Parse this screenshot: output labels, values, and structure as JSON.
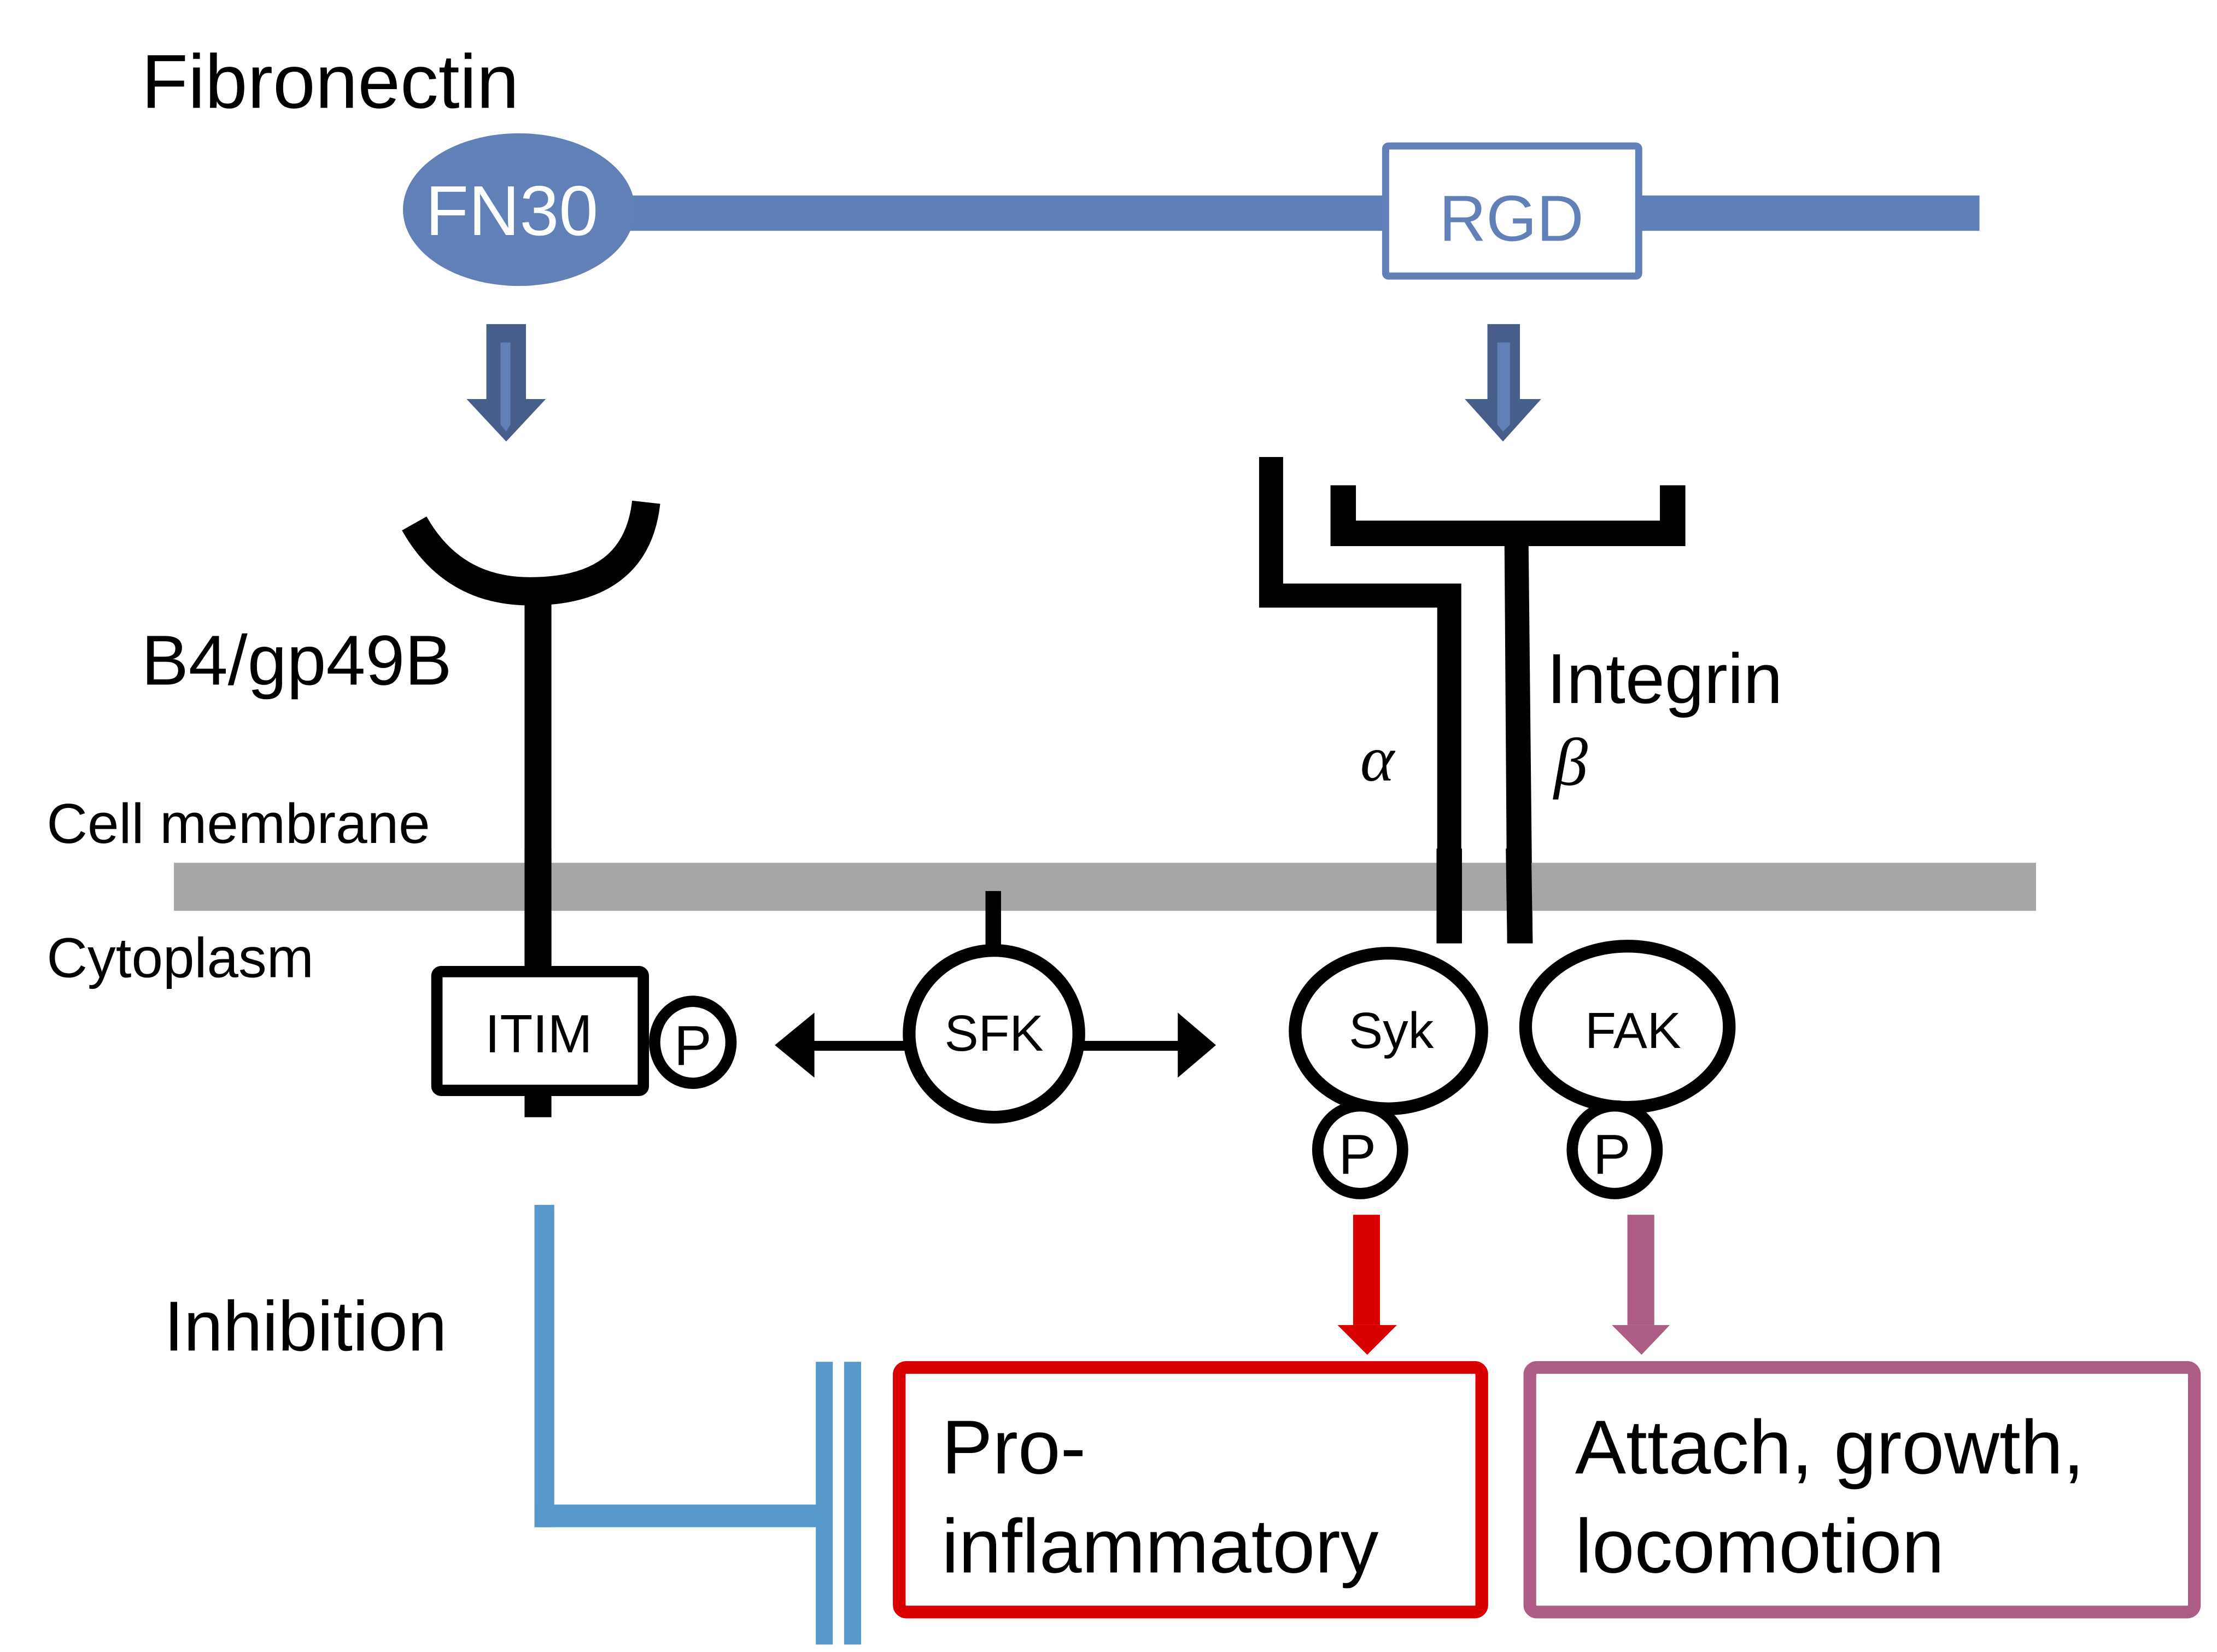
{
  "colors": {
    "fibronectin_blue": "#5f7fb8",
    "arrow_dark_blue": "#485e8a",
    "membrane_gray": "#a6a6a6",
    "inhibition_blue": "#5799cc",
    "proinflammatory_red": "#d90000",
    "attach_purple": "#ad5c86",
    "black": "#000000"
  },
  "labels": {
    "fibronectin": "Fibronectin",
    "fn30": "FN30",
    "rgd": "RGD",
    "receptor": "B4/gp49B",
    "integrin": "Integrin",
    "alpha": "α",
    "beta": "β",
    "cell_membrane": "Cell membrane",
    "cytoplasm": "Cytoplasm",
    "itim": "ITIM",
    "sfk": "SFK",
    "syk": "Syk",
    "fak": "FAK",
    "phospho": "P",
    "inhibition": "Inhibition"
  },
  "outcomes": {
    "proinflammatory": {
      "line1": "Pro-",
      "line2": "inflammatory"
    },
    "attach": {
      "line1": "Attach, growth,",
      "line2": "locomotion"
    }
  }
}
